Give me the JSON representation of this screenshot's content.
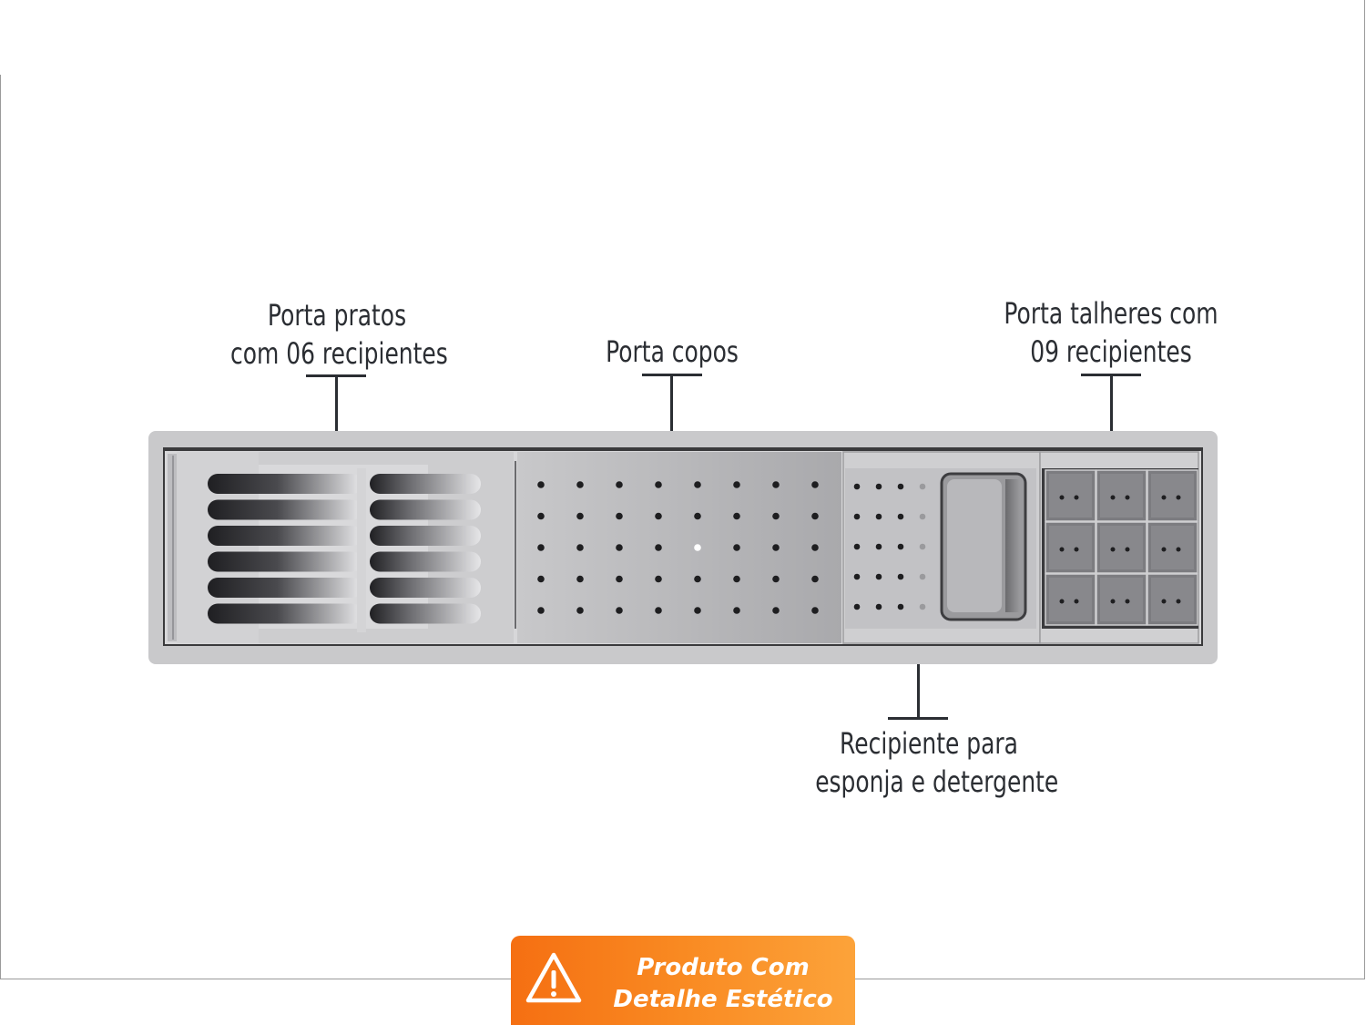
{
  "callouts": {
    "plates": {
      "line1": "Porta pratos",
      "line2": "com 06 recipientes"
    },
    "cups": {
      "line1": "Porta copos"
    },
    "cutlery": {
      "line1": "Porta talheres com",
      "line2": "09 recipientes"
    },
    "sponge": {
      "line1": "Recipiente para",
      "line2": "esponja e detergente"
    }
  },
  "badge": {
    "line1": "Produto Com",
    "line2": "Detalhe Estético",
    "icon": "warning-triangle-icon"
  },
  "colors": {
    "text": "#2b2e33",
    "badge_start": "#f56f12",
    "badge_end": "#fca33a",
    "product_body": "#c9c9cb"
  }
}
